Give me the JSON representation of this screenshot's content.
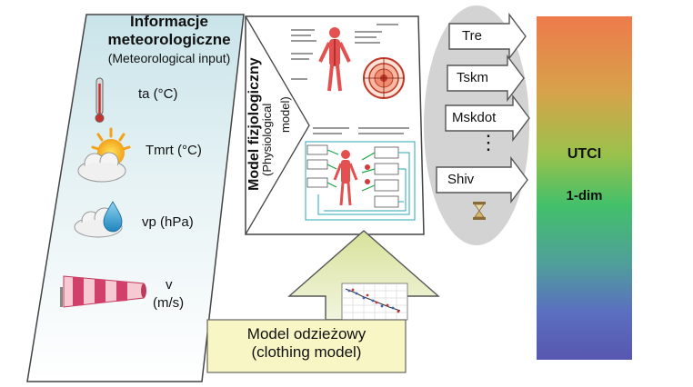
{
  "met_input": {
    "title_line1": "Informacje",
    "title_line2": "meteorologiczne",
    "subtitle": "(Meteorological input)",
    "variables": [
      {
        "label": "ta (°C)",
        "icon": "thermometer-icon"
      },
      {
        "label": "Tmrt (°C)",
        "icon": "sun-cloud-icon"
      },
      {
        "label": "vp (hPa)",
        "icon": "cloud-drop-icon"
      },
      {
        "label_line1": "v",
        "label_line2": "(m/s)",
        "icon": "windsock-icon"
      }
    ]
  },
  "physio": {
    "title": "Model fizjologiczny",
    "subtitle_line1": "(Physiological",
    "subtitle_line2": "model)"
  },
  "outputs": {
    "items": [
      "Tre",
      "Tskm",
      "Mskdot",
      "Shiv"
    ],
    "ellipsis": "⋮"
  },
  "utci": {
    "label": "UTCI",
    "dim": "1-dim",
    "gradient_top": "#ee7a4c",
    "gradient_mid": "#43c06a",
    "gradient_bottom": "#5b5bb5"
  },
  "clothing": {
    "line1": "Model odzieżowy",
    "line2": "(clothing model)"
  },
  "colors": {
    "met_panel_top": "#c9e4ea",
    "oval": "#d3d3d3",
    "clothing_box": "#f7f6c4",
    "triangle_fill": "#e6ebc9"
  }
}
